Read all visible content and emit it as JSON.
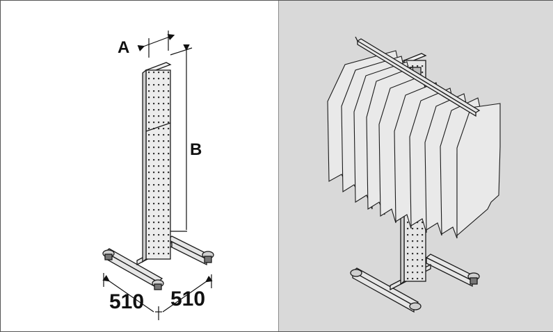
{
  "dimensions": {
    "width_label": "A",
    "height_label": "B",
    "base_left": "510",
    "base_right": "510"
  },
  "colors": {
    "line": "#1a1a1a",
    "metal": "#e6e6e6",
    "metal_shade": "#bdbdbd",
    "right_bg": "#d9d9d9",
    "sheet": "#e9e9e9"
  }
}
